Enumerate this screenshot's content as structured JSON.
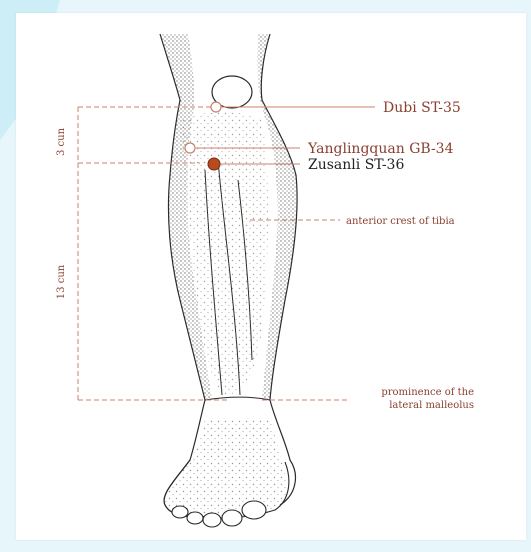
{
  "figure": {
    "labels": {
      "dubi": "Dubi ST-35",
      "yanglingquan": "Yanglingquan GB-34",
      "zusanli": "Zusanli ST-36",
      "tibia_crest": "anterior crest of tibia",
      "malleolus_line1": "prominence of the",
      "malleolus_line2": "lateral malleolus"
    },
    "measurements": {
      "upper": "3 cun",
      "lower": "13 cun"
    },
    "colors": {
      "guide_line": "#c9806e",
      "label_dark": "#7a3a2a",
      "label_black": "#222222",
      "zusanli_point": "#b84a1e",
      "outline": "#2a2a2a"
    }
  }
}
